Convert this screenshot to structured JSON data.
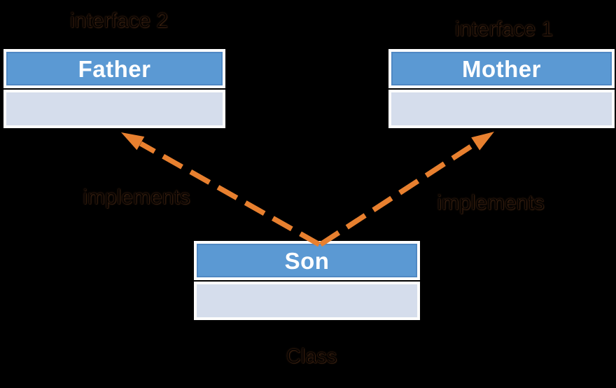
{
  "diagram": {
    "boxes": {
      "father": {
        "title": "Father",
        "annotation": "interface 2"
      },
      "mother": {
        "title": "Mother",
        "annotation": "interface 1"
      },
      "son": {
        "title": "Son",
        "annotation": "Class"
      }
    },
    "arrows": [
      {
        "from": "Son",
        "to": "Father",
        "label": "implements",
        "style": "dashed"
      },
      {
        "from": "Son",
        "to": "Mother",
        "label": "implements",
        "style": "dashed"
      }
    ],
    "colors": {
      "background": "#000000",
      "box_header_fill": "#5b99d3",
      "box_header_inner_border": "#4f88c4",
      "box_body_fill": "#d5ddec",
      "box_outer_border": "#fcfcfc",
      "arrow": "#e8802f",
      "box_title_text": "#ffffff",
      "annotation_text": "#000000"
    }
  }
}
